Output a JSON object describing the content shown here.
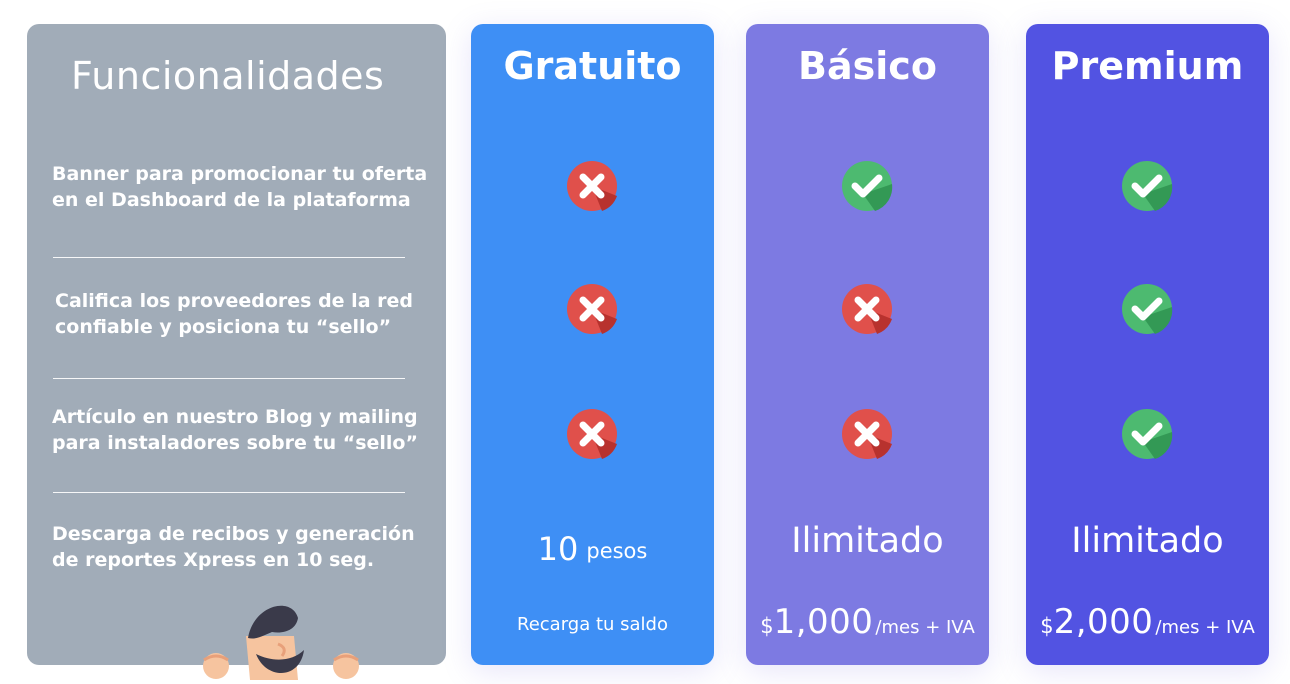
{
  "features": {
    "title": "Funcionalidades",
    "items": [
      {
        "line1": "Banner para promocionar tu oferta",
        "line2": "en el Dashboard de la plataforma"
      },
      {
        "line1": "Califica los proveedores de la red",
        "line2": "confiable y posiciona tu “sello”"
      },
      {
        "line1": "Artículo en nuestro Blog y mailing",
        "line2": "para instaladores sobre tu “sello”"
      },
      {
        "line1": "Descarga de recibos y generación",
        "line2": "de reportes Xpress en 10 seg."
      }
    ]
  },
  "plans": {
    "free": {
      "title": "Gratuito",
      "features": [
        "x-icon",
        "x-icon",
        "x-icon"
      ],
      "value_number": "10",
      "value_unit": "pesos",
      "footer": "Recarga tu saldo"
    },
    "basic": {
      "title": "Básico",
      "features": [
        "check-icon",
        "x-icon",
        "x-icon"
      ],
      "value": "Ilimitado",
      "price_symbol": "$",
      "price_amount": "1,000",
      "price_period": "/mes + IVA"
    },
    "premium": {
      "title": "Premium",
      "features": [
        "check-icon",
        "check-icon",
        "check-icon"
      ],
      "value": "Ilimitado",
      "price_symbol": "$",
      "price_amount": "2,000",
      "price_period": "/mes + IVA"
    }
  },
  "colors": {
    "features_bg": "#a1acb8",
    "free_bg": "#3e8ff5",
    "basic_bg": "#7d7ae2",
    "premium_bg": "#5253e2",
    "x_icon": "#e0504b",
    "check_icon": "#4dba70"
  }
}
